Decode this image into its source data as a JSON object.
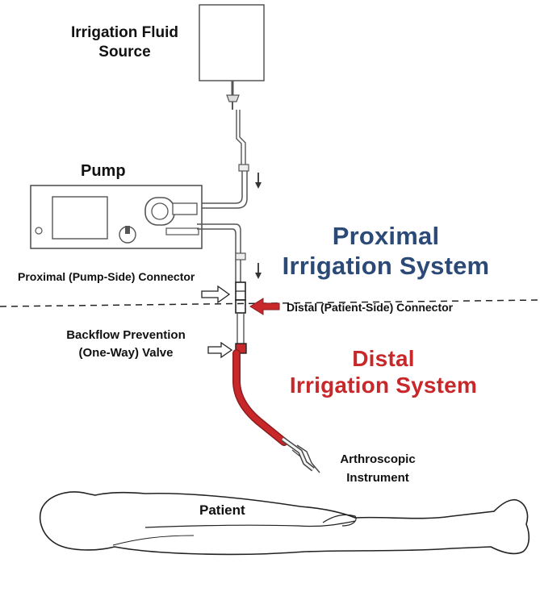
{
  "labels": {
    "fluid_source_line1": "Irrigation Fluid",
    "fluid_source_line2": "Source",
    "pump": "Pump",
    "proximal_connector": "Proximal (Pump-Side) Connector",
    "distal_connector": "Distal (Patient-Side) Connector",
    "valve_line1": "Backflow Prevention",
    "valve_line2": "(One-Way) Valve",
    "instrument_line1": "Arthroscopic",
    "instrument_line2": "Instrument",
    "patient": "Patient"
  },
  "regions": {
    "proximal_line1": "Proximal",
    "proximal_line2": "Irrigation System",
    "distal_line1": "Distal",
    "distal_line2": "Irrigation System"
  },
  "colors": {
    "proximal": "#2b4a78",
    "distal": "#c8282a",
    "tubing_distal": "#b8292b"
  }
}
